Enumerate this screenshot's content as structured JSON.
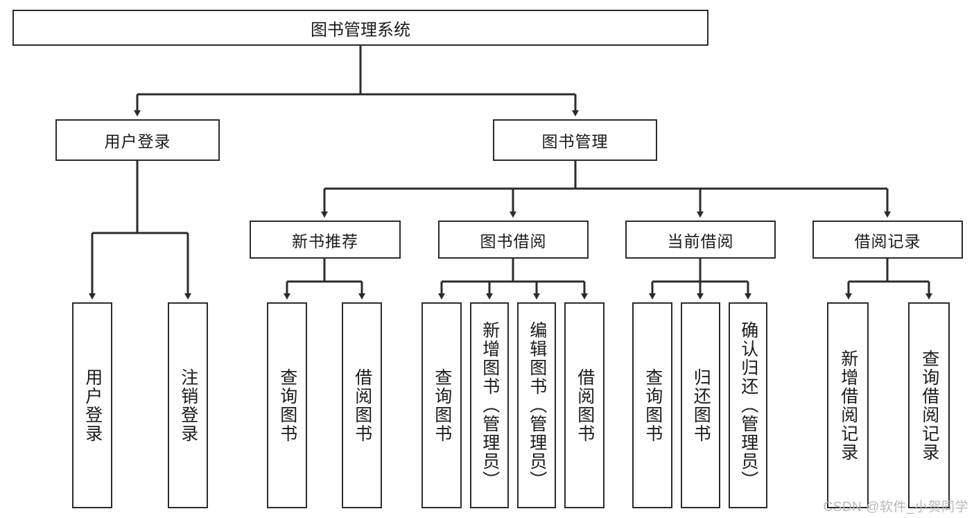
{
  "diagram": {
    "title": "图书管理系统",
    "type": "tree-hierarchy",
    "root": {
      "id": "root",
      "label": "图书管理系统"
    },
    "level2": [
      {
        "id": "user-login",
        "label": "用户登录"
      },
      {
        "id": "book-manage",
        "label": "图书管理"
      }
    ],
    "level3": [
      {
        "id": "new-book-recommend",
        "label": "新书推荐",
        "parent": "book-manage"
      },
      {
        "id": "book-borrow",
        "label": "图书借阅",
        "parent": "book-manage"
      },
      {
        "id": "current-borrow",
        "label": "当前借阅",
        "parent": "book-manage"
      },
      {
        "id": "borrow-record",
        "label": "借阅记录",
        "parent": "book-manage"
      }
    ],
    "leaves": [
      {
        "id": "leaf-user-login",
        "label": "用户登录",
        "parent": "user-login"
      },
      {
        "id": "leaf-user-logout",
        "label": "注销登录",
        "parent": "user-login"
      },
      {
        "id": "leaf-query-book-1",
        "label": "查询图书",
        "parent": "new-book-recommend"
      },
      {
        "id": "leaf-borrow-book-1",
        "label": "借阅图书",
        "parent": "new-book-recommend"
      },
      {
        "id": "leaf-query-book-2",
        "label": "查询图书",
        "parent": "book-borrow"
      },
      {
        "id": "leaf-add-book",
        "label": "新增图书（管理员）",
        "parent": "book-borrow"
      },
      {
        "id": "leaf-edit-book",
        "label": "编辑图书（管理员）",
        "parent": "book-borrow"
      },
      {
        "id": "leaf-borrow-book-2",
        "label": "借阅图书",
        "parent": "book-borrow"
      },
      {
        "id": "leaf-query-book-3",
        "label": "查询图书",
        "parent": "current-borrow"
      },
      {
        "id": "leaf-return-book",
        "label": "归还图书",
        "parent": "current-borrow"
      },
      {
        "id": "leaf-confirm-return",
        "label": "确认归还（管理员）",
        "parent": "current-borrow"
      },
      {
        "id": "leaf-add-record",
        "label": "新增借阅记录",
        "parent": "borrow-record"
      },
      {
        "id": "leaf-query-record",
        "label": "查询借阅记录",
        "parent": "borrow-record"
      }
    ]
  },
  "watermark": {
    "text": "CSDN @软件_小贺同学"
  },
  "colors": {
    "stroke": "#2b2b2b",
    "background": "#ffffff",
    "text": "#1a1a1a",
    "watermark": "#b9b9b9"
  }
}
